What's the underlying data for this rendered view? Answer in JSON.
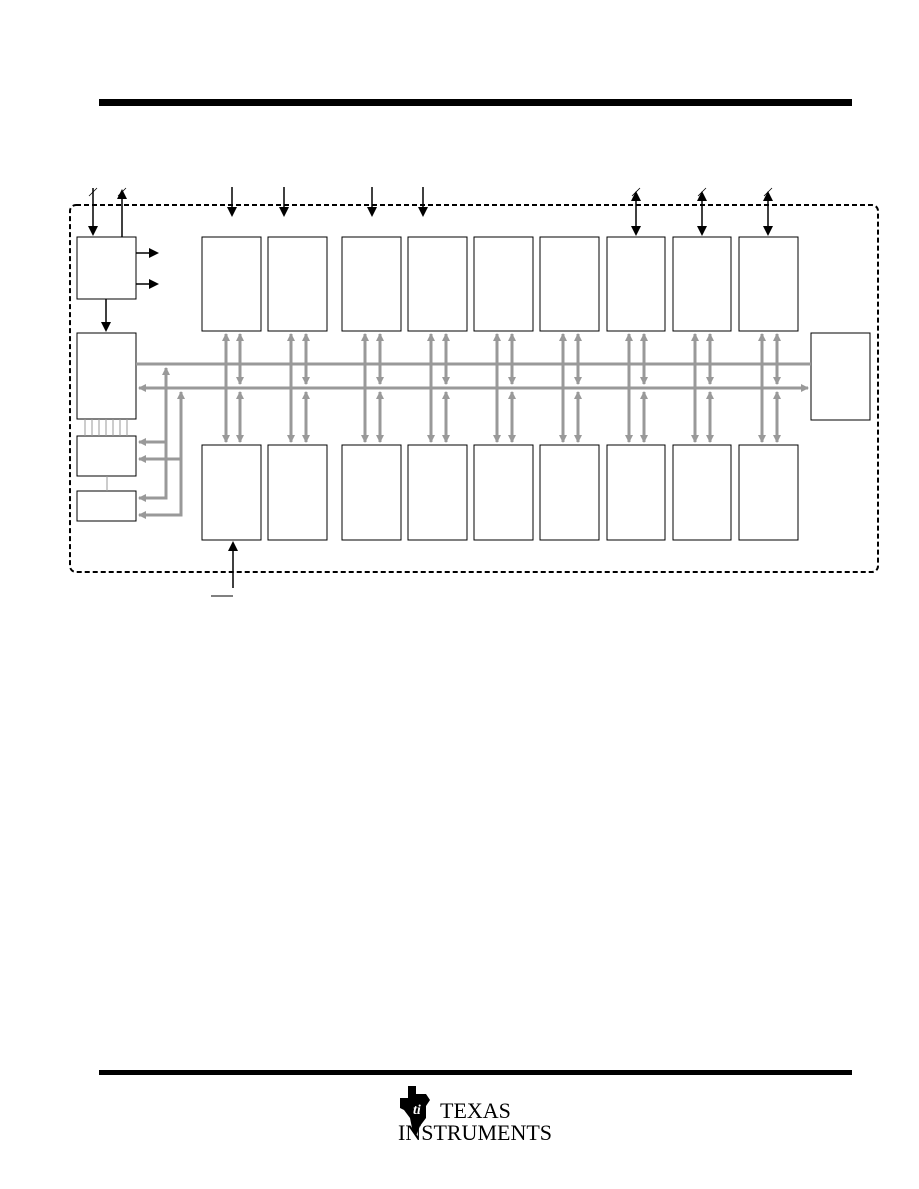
{
  "footer": {
    "logo_line1": "TEXAS",
    "logo_line2": "INSTRUMENTS"
  },
  "colors": {
    "line": "#000000",
    "bus": "#999999",
    "background": "#ffffff"
  },
  "diagram": {
    "top_row_blocks": 9,
    "bottom_row_blocks": 9,
    "input_arrows": 6,
    "bidirectional_ports": 3
  }
}
